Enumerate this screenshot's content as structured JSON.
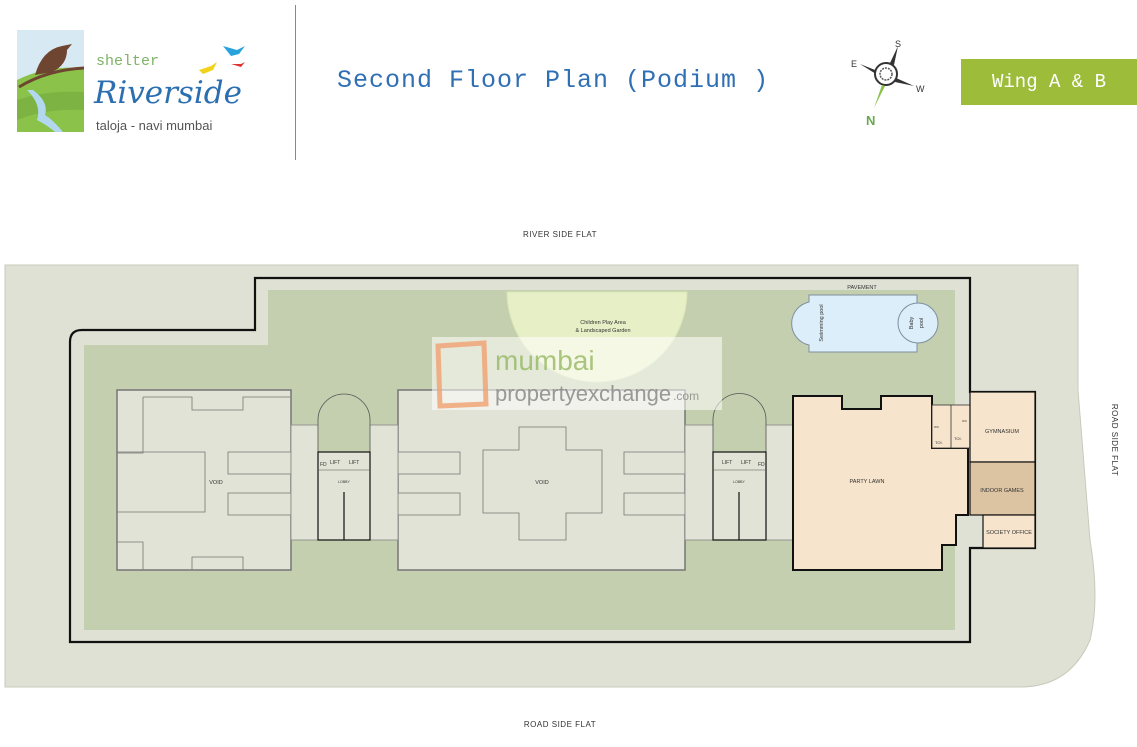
{
  "header": {
    "logo": {
      "brand_small": "shelter",
      "brand_large": "Riverside",
      "location": "taloja - navi mumbai"
    },
    "title": "Second Floor Plan (Podium )",
    "wing_badge": "Wing A & B",
    "compass": {
      "north": "N",
      "south": "S",
      "east": "E",
      "west": "W",
      "icon": "compass-rose-icon"
    }
  },
  "plan": {
    "top_label": "RIVER SIDE FLAT",
    "bottom_label": "ROAD SIDE FLAT",
    "right_label": "ROAD SIDE FLAT",
    "pavement": "PAVEMENT",
    "children_play_line1": "Children Play Area",
    "children_play_line2": "& Landscaped Garden",
    "swimming_pool": "Swimming pool",
    "baby_pool_line1": "Baby",
    "baby_pool_line2": "pool",
    "void": "VOID",
    "lift": "LIFT",
    "fd": "FD",
    "lobby": "LOBBY",
    "party_lawn": "PARTY LAWN",
    "toilet": "TOI.",
    "wc": "WC",
    "gymnasium": "GYMNASIUM",
    "indoor_games": "INDOOR GAMES",
    "society_office": "SOCIETY OFFICE",
    "watermark_line1": "mumbai",
    "watermark_line2": "propertyexchange",
    "watermark_suffix": ".com"
  },
  "colors": {
    "title_blue": "#2f6fb3",
    "badge_green": "#9cbc3a",
    "lawn": "#c3cfae",
    "site": "#dfe1d4",
    "amenity": "#f6e4cc",
    "indoor_games": "#dcc4a3",
    "pool": "#dbeefa",
    "play_area": "#e6efc6"
  }
}
